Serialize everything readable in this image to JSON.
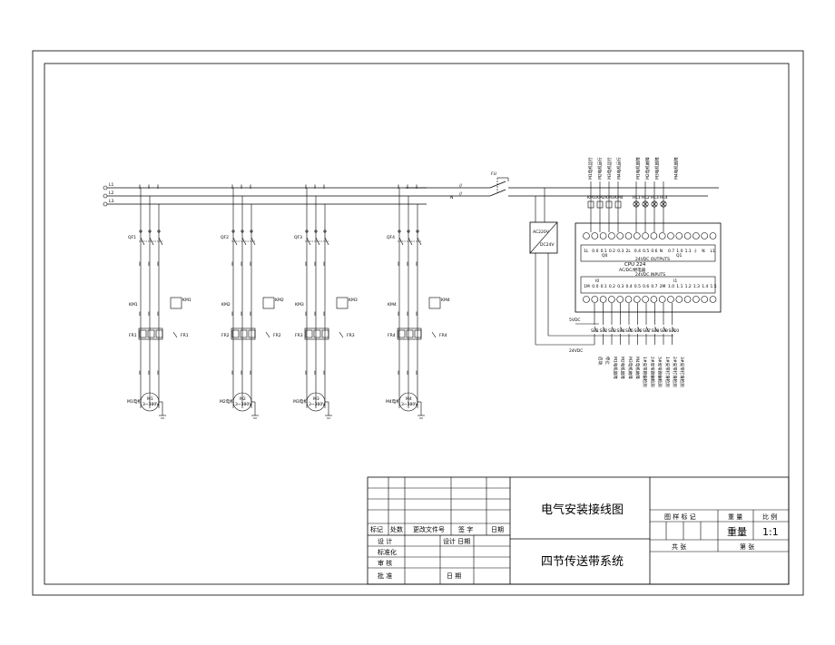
{
  "power": {
    "phases": [
      "L1",
      "L2",
      "L3"
    ],
    "neutral": "N",
    "main_switch": "FU"
  },
  "motors": [
    {
      "breaker": "QF1",
      "contactor": "KM1",
      "relay": "FR1",
      "name": "M1电机",
      "spec": "M1\n3~380V"
    },
    {
      "breaker": "QF2",
      "contactor": "KM2",
      "relay": "FR2",
      "name": "M2电机",
      "spec": "M2\n3~380V"
    },
    {
      "breaker": "QF3",
      "contactor": "KM3",
      "relay": "FR3",
      "name": "M3电机",
      "spec": "M3\n3~380V"
    },
    {
      "breaker": "QF4",
      "contactor": "KM4",
      "relay": "FR4",
      "name": "M4电机",
      "spec": "M4\n3~380V"
    }
  ],
  "psu": {
    "input": "AC220V",
    "output": "DC24V"
  },
  "plc": {
    "model": "CPU 224",
    "type": "AC/DC/继电器",
    "outputs_label": "24VDC OUTPUTS",
    "inputs_label": "24VDC INPUTS",
    "q0": "Q0",
    "q1": "Q1",
    "i0": "I0",
    "i1": "I1",
    "out_terminals": [
      "1L",
      "0.0",
      "0.1",
      "0.2",
      "0.3",
      "2L",
      "0.4",
      "0.5",
      "0.6",
      "N",
      "0.7",
      "1.0",
      "1.1",
      "⏚",
      "N",
      "L1"
    ],
    "in_terminals": [
      "1M",
      "0.0",
      "0.1",
      "0.2",
      "0.3",
      "0.4",
      "0.5",
      "0.6",
      "0.7",
      "2M",
      "1.0",
      "1.1",
      "1.2",
      "1.3",
      "1.4",
      "1.5"
    ],
    "out_devices": [
      "KM1",
      "KM2",
      "KM3",
      "KM4",
      "HL1",
      "HL2",
      "HL3",
      "HL4"
    ],
    "out_vertical_labels": [
      "M1电机运行",
      "M2电机运行",
      "M3电机运行",
      "M4电机运行",
      "",
      "M1电机故障",
      "M2电机故障",
      "M3电机故障",
      "",
      "M4电机故障"
    ],
    "in_devices": [
      "SB1",
      "SB2",
      "SB3",
      "SB4",
      "SB5",
      "SB6",
      "SB7",
      "SB8",
      "SB9",
      "SB10"
    ],
    "in_vertical_labels": [
      "启动",
      "停止",
      "M1电机故障",
      "M2电机故障",
      "M3电机故障",
      "M4电机故障",
      "1#皮带跑偏检测",
      "2#皮带跑偏检测",
      "3#皮带跑偏检测",
      "1#皮带打滑检测",
      "2#皮带打滑检测",
      "3#皮带打滑检测"
    ],
    "v5": "5VDC",
    "v24": "24VDC"
  },
  "title_block": {
    "rev_headers": [
      "标记",
      "处数",
      "更改文件号",
      "签  字",
      "日期"
    ],
    "rows": [
      "设  计",
      "标准化",
      "审  核",
      "批  准"
    ],
    "design_date": "设计  日期",
    "date": "日  期",
    "drawing_title": "电气安装接线图",
    "project_title": "四节传送带系统",
    "mark_label": "图 样 标 记",
    "weight_label": "重 量",
    "scale_label": "比 例",
    "weight_value": "重量",
    "scale_value": "1:1",
    "total_sheets": "共   张",
    "sheet_no": "第   张"
  }
}
